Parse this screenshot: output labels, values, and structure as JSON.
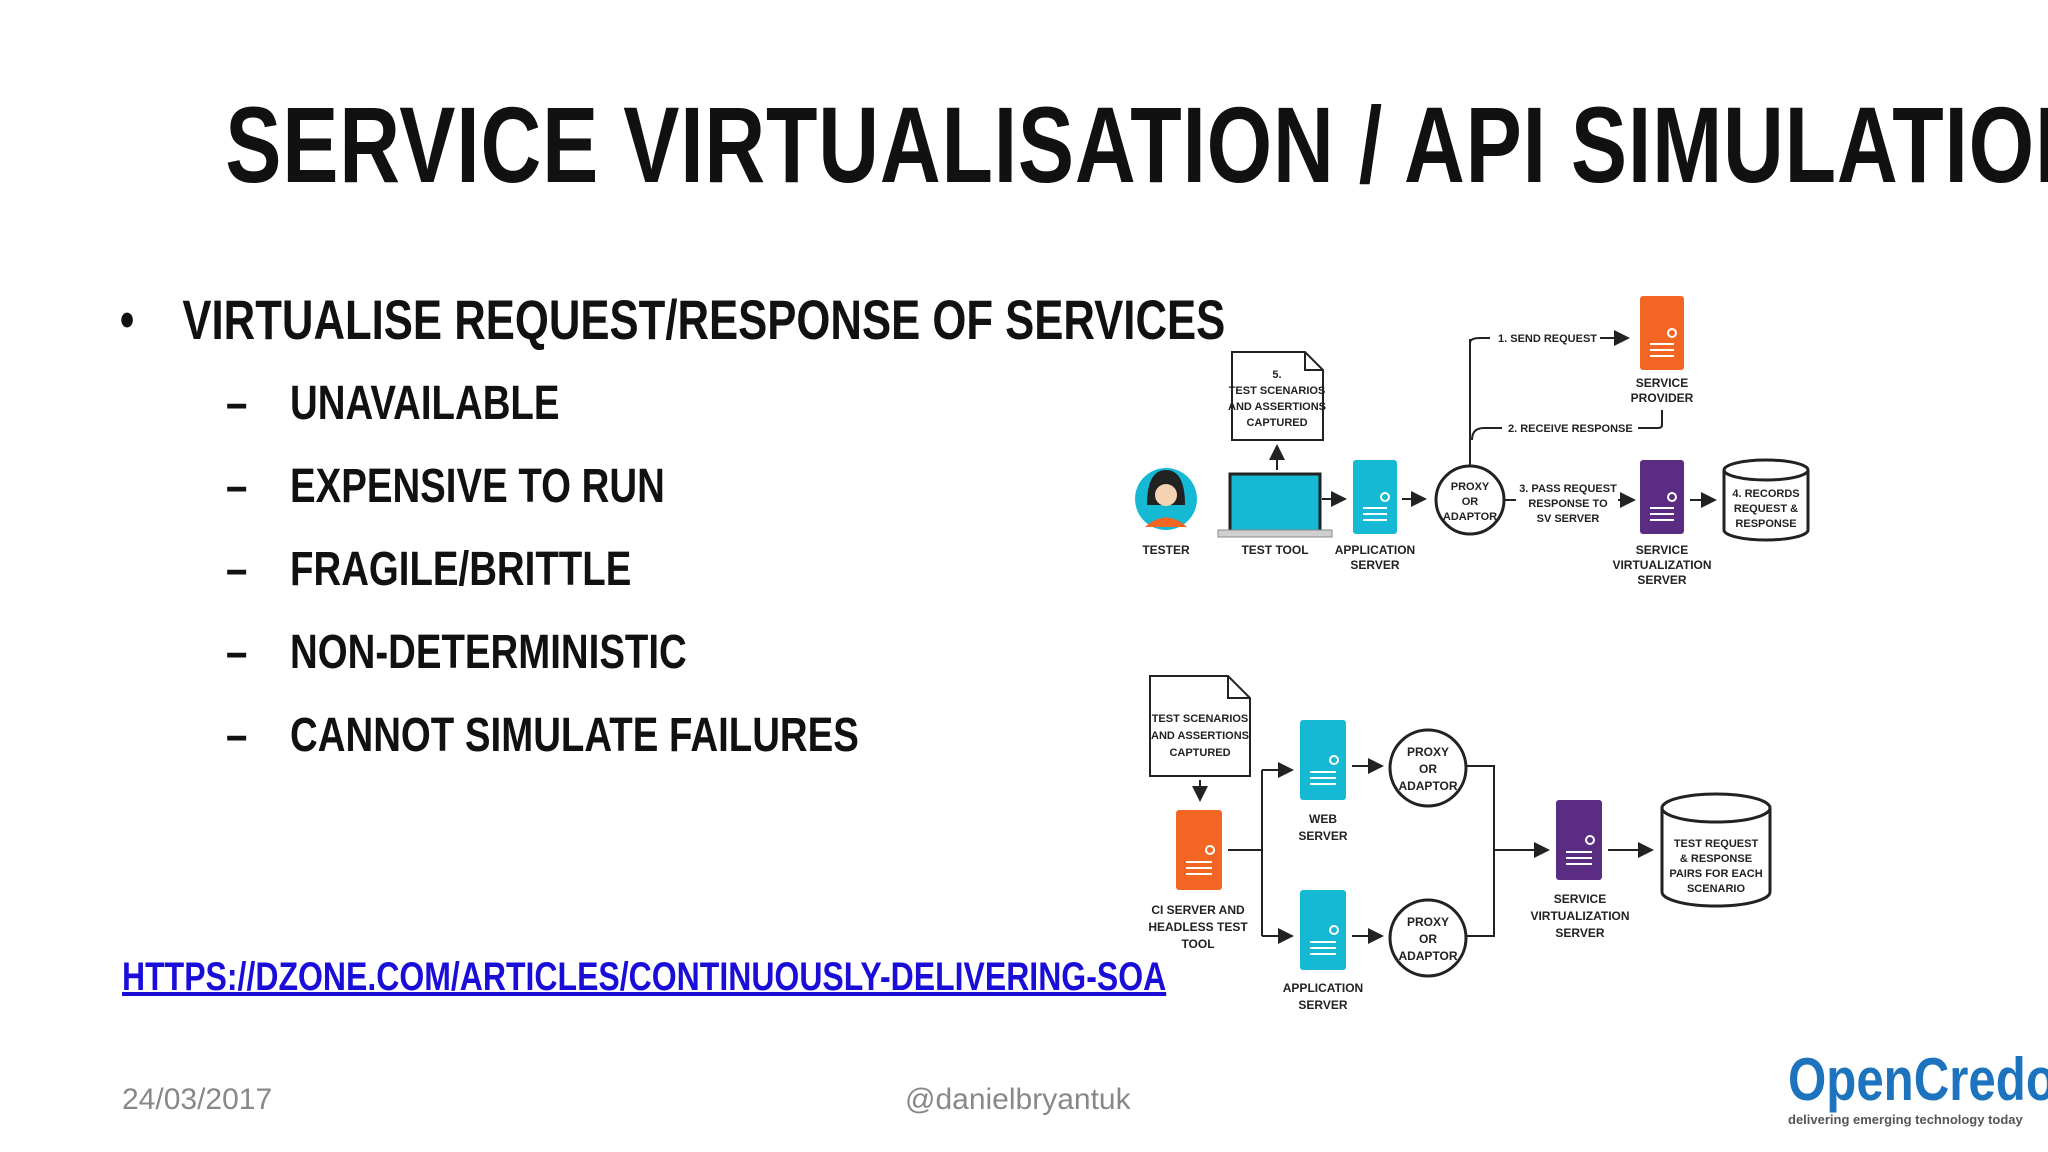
{
  "title": "SERVICE VIRTUALISATION / API SIMULATION",
  "bullet": {
    "symbol": "•",
    "text": "VIRTUALISE REQUEST/RESPONSE OF SERVICES",
    "dash": "–",
    "subitems": [
      "UNAVAILABLE",
      "EXPENSIVE TO RUN",
      "FRAGILE/BRITTLE",
      "NON-DETERMINISTIC",
      "CANNOT SIMULATE FAILURES"
    ]
  },
  "link": "HTTPS://DZONE.COM/ARTICLES/CONTINUOUSLY-DELIVERING-SOA",
  "footer": {
    "date": "24/03/2017",
    "handle": "@danielbryantuk"
  },
  "logo": {
    "name": "OpenCredo",
    "tagline": "delivering emerging technology today"
  },
  "colors": {
    "orange": "#f26522",
    "cyan": "#16b9d4",
    "purple": "#5b2d82",
    "link": "#1a0dd8",
    "logo_blue": "#1e73be"
  },
  "diagram_top": {
    "doc_lines": [
      "5.",
      "TEST SCENARIOS",
      "AND ASSERTIONS",
      "CAPTURED"
    ],
    "tester": "TESTER",
    "test_tool": "TEST TOOL",
    "app_server": [
      "APPLICATION",
      "SERVER"
    ],
    "proxy": [
      "PROXY",
      "OR",
      "ADAPTOR"
    ],
    "step1": "1. SEND REQUEST",
    "step2": "2. RECEIVE RESPONSE",
    "step3": [
      "3. PASS REQUEST",
      "RESPONSE TO",
      "SV SERVER"
    ],
    "service_provider": [
      "SERVICE",
      "PROVIDER"
    ],
    "sv_server": [
      "SERVICE",
      "VIRTUALIZATION",
      "SERVER"
    ],
    "db": [
      "4. RECORDS",
      "REQUEST &",
      "RESPONSE"
    ]
  },
  "diagram_bottom": {
    "doc_lines": [
      "TEST SCENARIOS",
      "AND ASSERTIONS",
      "CAPTURED"
    ],
    "ci_server": [
      "CI SERVER AND",
      "HEADLESS TEST",
      "TOOL"
    ],
    "web_server": [
      "WEB",
      "SERVER"
    ],
    "app_server": [
      "APPLICATION",
      "SERVER"
    ],
    "proxy1": [
      "PROXY",
      "OR",
      "ADAPTOR"
    ],
    "proxy2": [
      "PROXY",
      "OR",
      "ADAPTOR"
    ],
    "sv_server": [
      "SERVICE",
      "VIRTUALIZATION",
      "SERVER"
    ],
    "db": [
      "TEST REQUEST",
      "& RESPONSE",
      "PAIRS FOR EACH",
      "SCENARIO"
    ]
  }
}
